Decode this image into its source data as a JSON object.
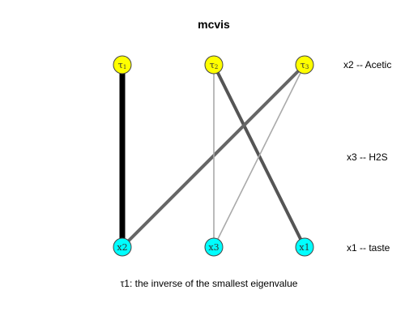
{
  "title": "mcvis",
  "colors": {
    "tau_node": "#ffff00",
    "x_node": "#00ffff",
    "node_stroke": "#444444"
  },
  "tau_nodes": [
    {
      "id": "tau1",
      "base": "τ",
      "sub": "1"
    },
    {
      "id": "tau2",
      "base": "τ",
      "sub": "2"
    },
    {
      "id": "tau3",
      "base": "τ",
      "sub": "3"
    }
  ],
  "x_nodes": [
    {
      "id": "x2",
      "label": "x2"
    },
    {
      "id": "x3",
      "label": "x3"
    },
    {
      "id": "x1",
      "label": "x1"
    }
  ],
  "edges": [
    {
      "from": "tau1",
      "to": "x2",
      "weight": "heavy",
      "color": "#000000"
    },
    {
      "from": "tau2",
      "to": "x1",
      "weight": "strong",
      "color": "#555555"
    },
    {
      "from": "tau3",
      "to": "x2",
      "weight": "strong",
      "color": "#666666"
    },
    {
      "from": "tau2",
      "to": "x3",
      "weight": "light",
      "color": "#aaaaaa"
    },
    {
      "from": "tau3",
      "to": "x3",
      "weight": "light",
      "color": "#aaaaaa"
    }
  ],
  "side_labels": [
    "x2 -- Acetic",
    "x3 -- H2S",
    "x1 -- taste"
  ],
  "footnote": "τ1: the inverse of the smallest eigenvalue"
}
